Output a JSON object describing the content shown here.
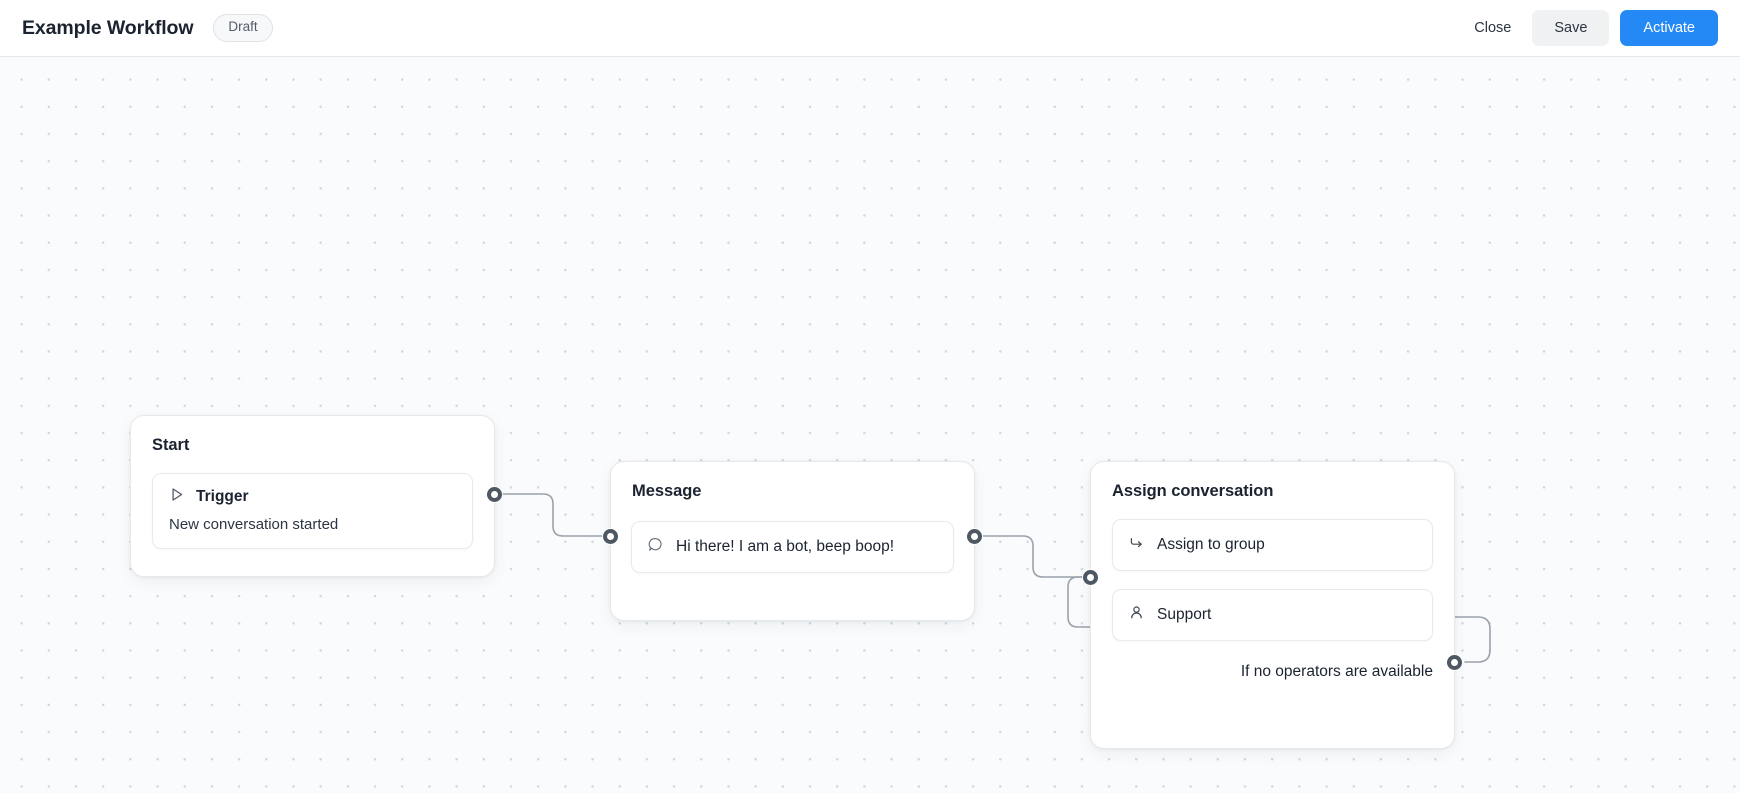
{
  "header": {
    "title": "Example Workflow",
    "status_badge": "Draft",
    "close_label": "Close",
    "save_label": "Save",
    "activate_label": "Activate",
    "accent_color": "#2589f5",
    "badge_bg": "#f7f8fa",
    "save_bg": "#f0f1f3"
  },
  "canvas": {
    "background": "#fafbfc",
    "dot_color": "#d3d7dd",
    "edge_color": "#9aa2ac",
    "port_color": "#4e5863"
  },
  "nodes": {
    "start": {
      "title": "Start",
      "trigger_label": "Trigger",
      "trigger_icon": "play-icon",
      "trigger_sub": "New conversation started"
    },
    "message": {
      "title": "Message",
      "bubble_icon": "chat-bubble-icon",
      "bubble_text": "Hi there! I am a bot, beep boop!"
    },
    "assign": {
      "title": "Assign conversation",
      "assign_group_label": "Assign to group",
      "assign_group_icon": "forward-arrow-icon",
      "group_name": "Support",
      "group_icon": "person-icon",
      "fallback_label": "If no operators are available"
    }
  }
}
